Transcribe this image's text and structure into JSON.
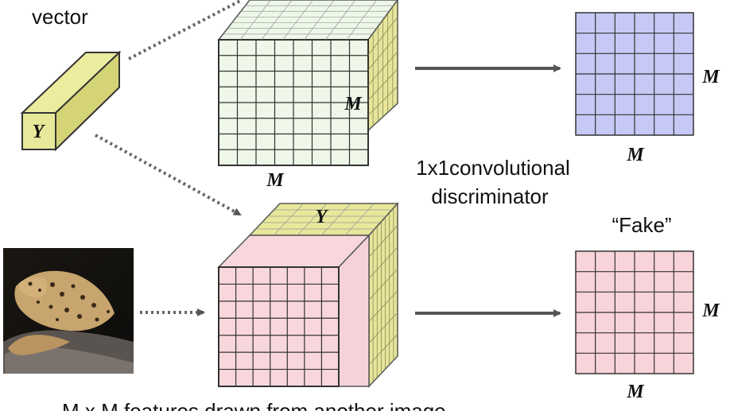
{
  "labels": {
    "vector": "vector",
    "y_vector": "Y",
    "m_top_cube_side": "M",
    "m_top_cube_bottom": "M",
    "y_bottom_cube": "Y",
    "method_line1": "1x1convolutional",
    "method_line2": "discriminator",
    "output_top_side": "M",
    "output_top_bottom": "M",
    "fake": "“Fake”",
    "output_bottom_side": "M",
    "output_bottom_bottom": "M",
    "caption": "M x M features drawn from another image"
  },
  "colors": {
    "vector_fill": "#eaea9b",
    "vector_side": "#cccc6e",
    "top_cube_front": "#eef7e8",
    "top_cube_side": "#e8e79c",
    "bottom_cube_front": "#f8d7dc",
    "bottom_cube_top": "#e8e79c",
    "output_top": "#c6c9f5",
    "output_bottom": "#f8d3da",
    "arrow": "#555555"
  },
  "image": {
    "subject": "leopard photograph"
  }
}
